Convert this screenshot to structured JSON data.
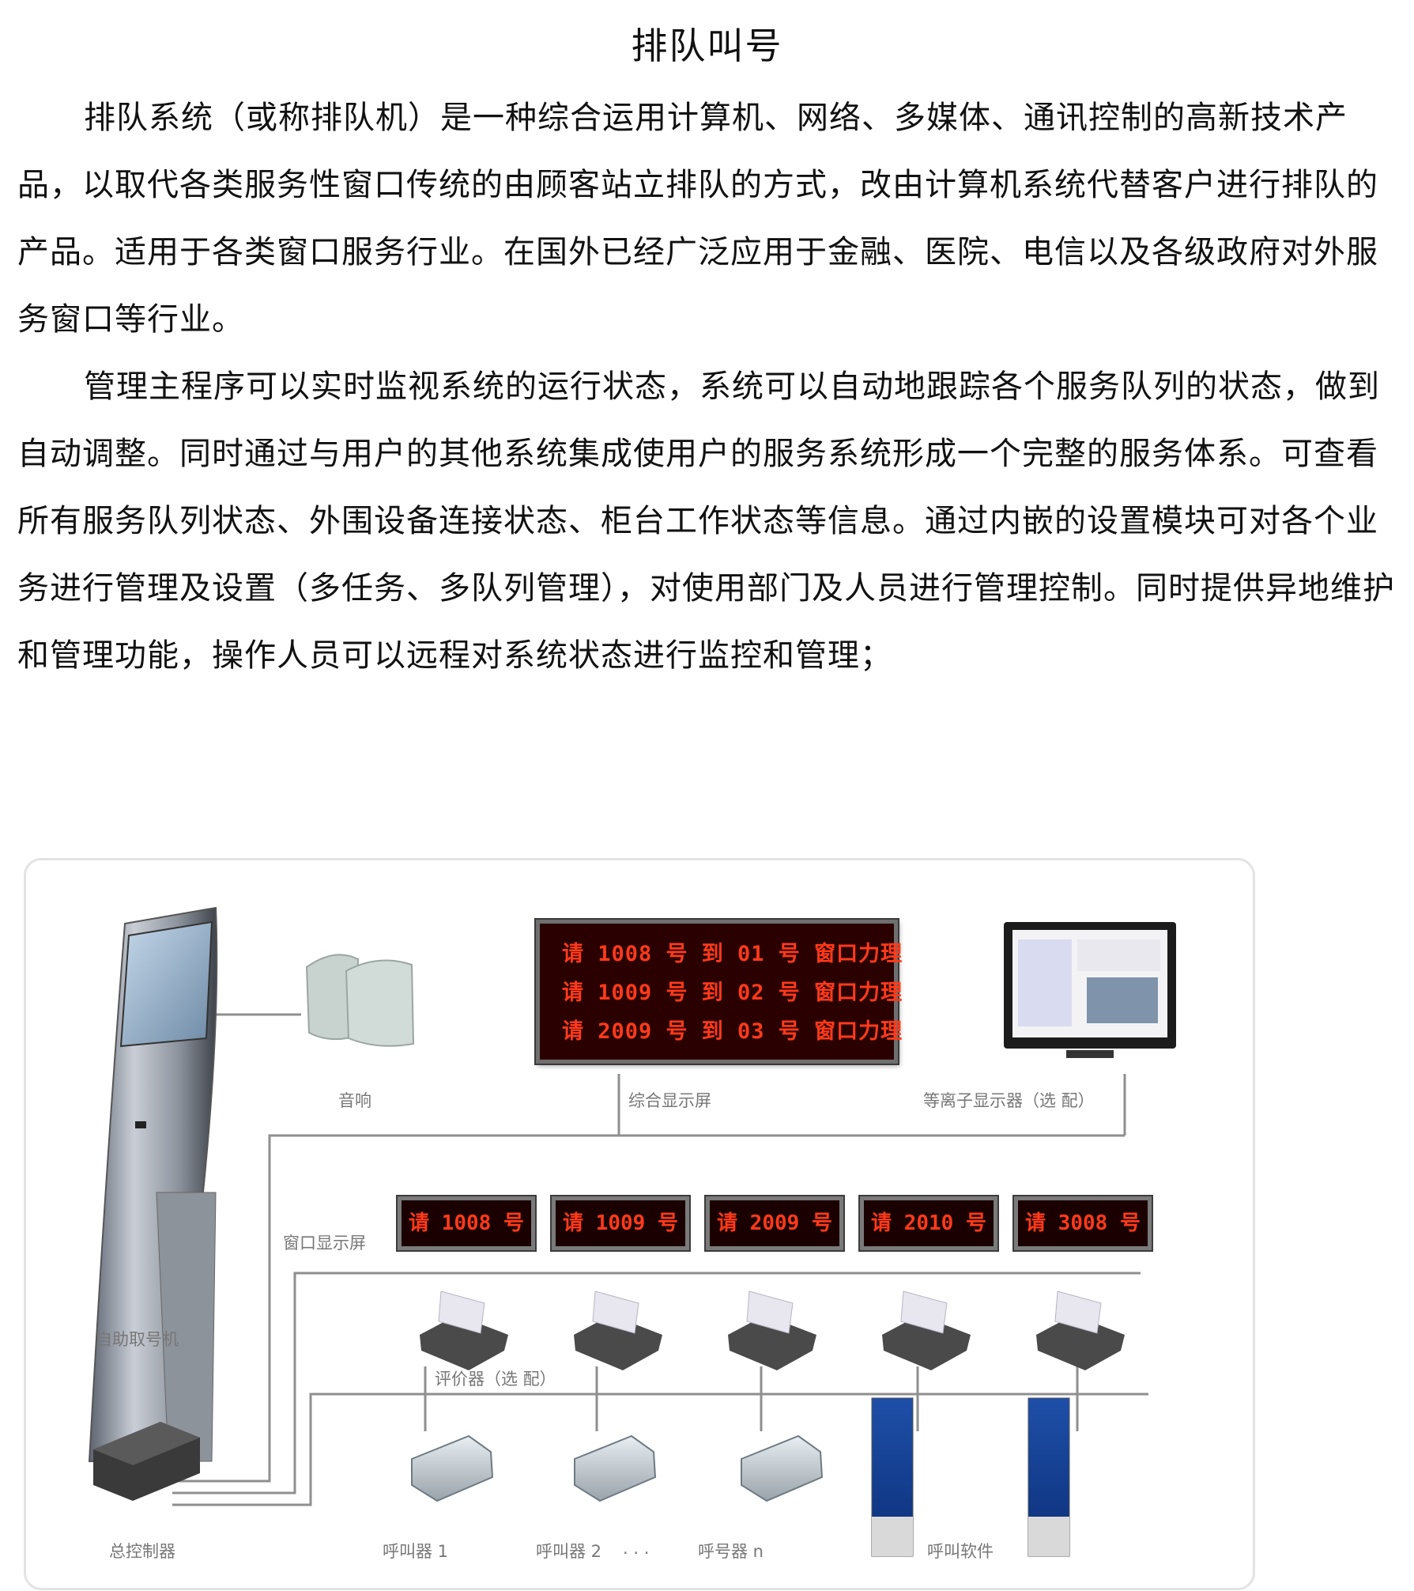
{
  "title": "排队叫号",
  "paragraphs": [
    "排队系统（或称排队机）是一种综合运用计算机、网络、多媒体、通讯控制的高新技术产品，以取代各类服务性窗口传统的由顾客站立排队的方式，改由计算机系统代替客户进行排队的产品。适用于各类窗口服务行业。在国外已经广泛应用于金融、医院、电信以及各级政府对外服务窗口等行业。",
    "管理主程序可以实时监视系统的运行状态，系统可以自动地跟踪各个服务队列的状态，做到自动调整。同时通过与用户的其他系统集成使用户的服务系统形成一个完整的服务体系。可查看所有服务队列状态、外围设备连接状态、柜台工作状态等信息。通过内嵌的设置模块可对各个业务进行管理及设置（多任务、多队列管理），对使用部门及人员进行管理控制。同时提供异地维护和管理功能，操作人员可以远程对系统状态进行监控和管理；"
  ],
  "diagram": {
    "main_display_rows": [
      "请 1008 号 到 01 号 窗口力理",
      "请 1009 号 到 02 号 窗口力理",
      "请 2009 号 到 03 号 窗口力理"
    ],
    "window_displays": [
      "请 1008 号",
      "请 1009 号",
      "请 2009 号",
      "请 2010 号",
      "请 3008 号"
    ],
    "labels": {
      "speaker": "音响",
      "main_display": "综合显示屏",
      "plasma": "等离子显示器（选 配）",
      "window_display": "窗口显示屏",
      "kiosk": "自助取号机",
      "evaluator": "评价器（选 配）",
      "controller": "总控制器",
      "caller1": "呼叫器 1",
      "caller2": "呼叫器 2",
      "ellipsis": ". . .",
      "callern": "呼号器 n",
      "software": "呼叫软件"
    }
  }
}
